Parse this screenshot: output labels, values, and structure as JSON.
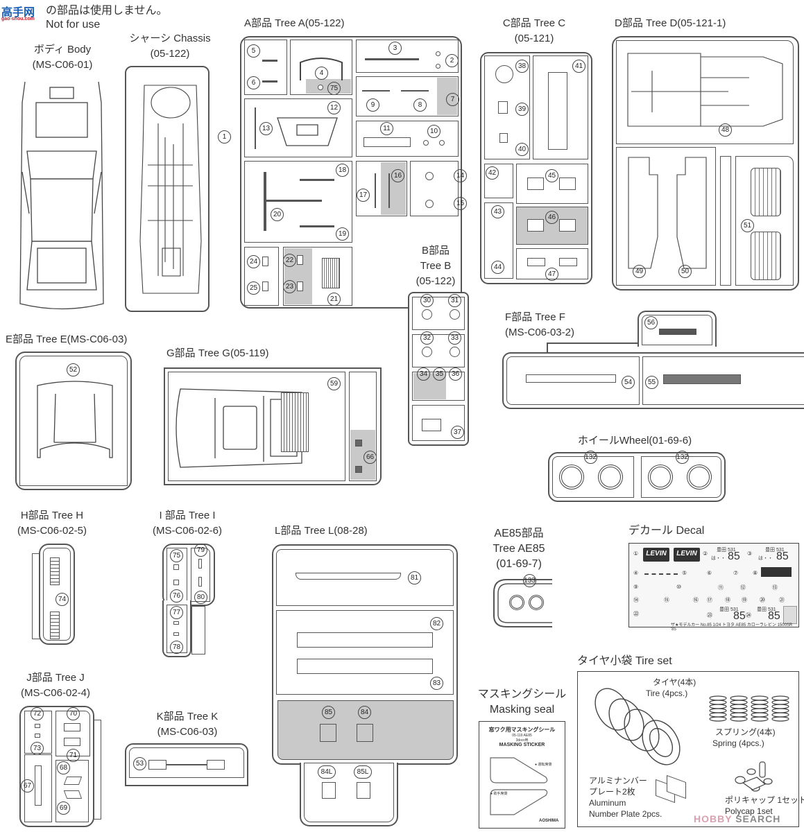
{
  "header": {
    "watermark_logo": "高手网",
    "watermark_url": "gao-shou.com",
    "notice_jp": "の部品は使用しません。",
    "notice_en": "Not for use"
  },
  "trees": {
    "body": {
      "line1": "ボディ Body",
      "line2": "(MS-C06-01)"
    },
    "chassis": {
      "line1": "シャーシ Chassis",
      "line2": "(05-122)",
      "parts": [
        "1"
      ]
    },
    "a": {
      "title": "A部品 Tree A(05-122)",
      "parts": [
        "2",
        "3",
        "4",
        "5",
        "6",
        "7",
        "8",
        "9",
        "10",
        "11",
        "12",
        "13",
        "14",
        "15",
        "16",
        "17",
        "18",
        "19",
        "20",
        "21",
        "22",
        "23",
        "24",
        "25",
        "75"
      ]
    },
    "b": {
      "line1": "B部品",
      "line2": "Tree B",
      "line3": "(05-122)",
      "parts": [
        "30",
        "31",
        "32",
        "33",
        "34",
        "35",
        "36",
        "37"
      ]
    },
    "c": {
      "line1": "C部品 Tree C",
      "line2": "(05-121)",
      "parts": [
        "38",
        "39",
        "40",
        "41",
        "42",
        "43",
        "44",
        "45",
        "46",
        "47"
      ]
    },
    "d": {
      "title": "D部品 Tree D(05-121-1)",
      "parts": [
        "48",
        "49",
        "50",
        "51"
      ]
    },
    "e": {
      "title": "E部品 Tree E(MS-C06-03)",
      "parts": [
        "52"
      ]
    },
    "g": {
      "title": "G部品 Tree G(05-119)",
      "parts": [
        "59",
        "66"
      ]
    },
    "f": {
      "line1": "F部品 Tree F",
      "line2": "(MS-C06-03-2)",
      "parts": [
        "54",
        "55",
        "56"
      ]
    },
    "wheel": {
      "title": "ホイールWheel(01-69-6)",
      "parts": [
        "132",
        "132"
      ]
    },
    "h": {
      "line1": "H部品 Tree H",
      "line2": "(MS-C06-02-5)",
      "parts": [
        "74"
      ]
    },
    "i": {
      "line1": "I 部品 Tree I",
      "line2": "(MS-C06-02-6)",
      "parts": [
        "75",
        "76",
        "77",
        "78",
        "79",
        "80"
      ]
    },
    "l": {
      "title": "L部品 Tree L(08-28)",
      "parts": [
        "81",
        "82",
        "83",
        "84",
        "85",
        "84L",
        "85L"
      ]
    },
    "ae85": {
      "line1": "AE85部品",
      "line2": "Tree AE85",
      "line3": "(01-69-7)",
      "parts": [
        "133"
      ]
    },
    "j": {
      "line1": "J部品 Tree J",
      "line2": "(MS-C06-02-4)",
      "parts": [
        "67",
        "68",
        "69",
        "70",
        "71",
        "72",
        "73"
      ]
    },
    "k": {
      "line1": "K部品 Tree K",
      "line2": "(MS-C06-03)",
      "parts": [
        "53"
      ]
    }
  },
  "decal": {
    "title": "デカール Decal",
    "levin_text": "LEVIN",
    "plate_top": "豊田 531",
    "plate_kana": "は・・",
    "plate_number": "85",
    "footer": "ザ★モデルカー No.85 1/24 トヨタ AE85 カローラレビン 1500SR '85",
    "row_numbers": [
      "①",
      "②",
      "③",
      "④",
      "⑤",
      "⑥",
      "⑦",
      "⑧",
      "⑨",
      "⑩",
      "⑪",
      "⑫",
      "⑬",
      "⑭",
      "⑮",
      "⑯",
      "⑰",
      "⑱",
      "⑲",
      "⑳",
      "㉑",
      "㉒",
      "㉓",
      "㉔"
    ]
  },
  "masking": {
    "title_jp": "マスキングシール",
    "title_en": "Masking seal",
    "sheet_title": "窓ワク用マスキングシール",
    "sheet_sub1": "05-119 AE85",
    "sheet_sub2": "3door用",
    "sheet_en": "MASKING STICKER",
    "label_driver": "● 運転席側",
    "label_passenger": "● 助手席側",
    "brand": "AOSHIMA"
  },
  "tireset": {
    "title": "タイヤ小袋 Tire set",
    "tire_jp": "タイヤ(4本)",
    "tire_en": "Tire (4pcs.)",
    "spring_jp": "スプリング(4本)",
    "spring_en": "Spring (4pcs.)",
    "plate_jp1": "アルミナンバー",
    "plate_jp2": "プレート2枚",
    "plate_en1": "Aluminum",
    "plate_en2": "Number Plate 2pcs.",
    "polycap_jp": "ポリキャップ 1セット",
    "polycap_en": "Polycap 1set"
  },
  "footer_watermark": {
    "a": "HOBBY",
    "b": "SEARCH"
  },
  "colors": {
    "line": "#555555",
    "unused_grey": "#c9c9c9",
    "decal_dark": "#333333"
  }
}
